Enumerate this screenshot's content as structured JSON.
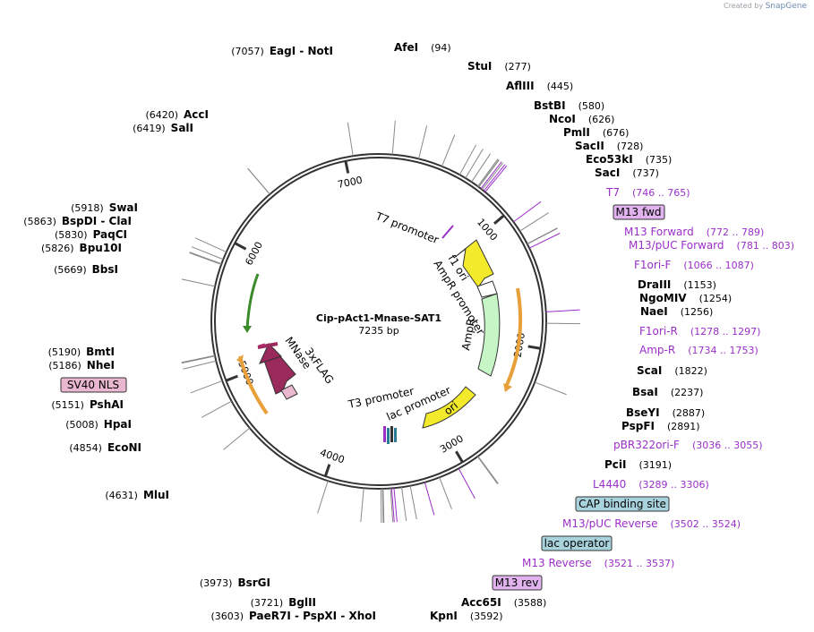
{
  "credit": {
    "prefix": "Created by",
    "brand": "SnapGene"
  },
  "plasmid": {
    "name": "Cip-pAct1-Mnase-SAT1",
    "length": "7235 bp",
    "total_bp": 7235
  },
  "colors": {
    "enzyme_text": "#000000",
    "feature_text": "#9b2fc8",
    "ori_yellow": "#f2ea2a",
    "ampr_green": "#c6f5c6",
    "mnase_maroon": "#9a2a5c",
    "tag_pink": "#e9b7cf",
    "orange": "#e8a03a",
    "cap_box": "#a9d3dc"
  },
  "ticks": [
    {
      "bp": 1000,
      "label": "1000"
    },
    {
      "bp": 2000,
      "label": "2000"
    },
    {
      "bp": 3000,
      "label": "3000"
    },
    {
      "bp": 4000,
      "label": "4000"
    },
    {
      "bp": 5000,
      "label": "5000"
    },
    {
      "bp": 6000,
      "label": "6000"
    },
    {
      "bp": 7000,
      "label": "7000"
    }
  ],
  "left_labels": [
    {
      "pos": "(7057)",
      "name": "EagI  - NotI",
      "bp": 7057
    },
    {
      "pos": "(6420)",
      "name": "AccI",
      "bp": 6420
    },
    {
      "pos": "(6419)",
      "name": "SalI",
      "bp": 6419
    },
    {
      "pos": "(5918)",
      "name": "SwaI",
      "bp": 5918
    },
    {
      "pos": "(5863)",
      "name": "BspDI  - ClaI",
      "bp": 5863
    },
    {
      "pos": "(5830)",
      "name": "PaqCI",
      "bp": 5830
    },
    {
      "pos": "(5826)",
      "name": "Bpu10I",
      "bp": 5826
    },
    {
      "pos": "(5669)",
      "name": "BbsI",
      "bp": 5669
    },
    {
      "pos": "(5190)",
      "name": "BmtI",
      "bp": 5190
    },
    {
      "pos": "(5186)",
      "name": "NheI",
      "bp": 5186
    },
    {
      "pos": "(5151)",
      "name": "PshAI",
      "bp": 5151
    },
    {
      "pos": "(5008)",
      "name": "HpaI",
      "bp": 5008
    },
    {
      "pos": "(4854)",
      "name": "EcoNI",
      "bp": 4854
    },
    {
      "pos": "(4631)",
      "name": "MluI",
      "bp": 4631
    },
    {
      "pos": "(3973)",
      "name": "BsrGI",
      "bp": 3973
    },
    {
      "pos": "(3721)",
      "name": "BglII",
      "bp": 3721
    },
    {
      "pos": "(3603)",
      "name": "PaeR7I  - PspXI  - XhoI",
      "bp": 3603
    }
  ],
  "sv40_box": {
    "label": "SV40 NLS"
  },
  "top_labels": [
    {
      "name": "AfeI",
      "pos": "(94)",
      "bp": 94
    },
    {
      "name": "StuI",
      "pos": "(277)",
      "bp": 277
    },
    {
      "name": "AflIII",
      "pos": "(445)",
      "bp": 445
    },
    {
      "name": "BstBI",
      "pos": "(580)",
      "bp": 580
    },
    {
      "name": "NcoI",
      "pos": "(626)",
      "bp": 626
    },
    {
      "name": "PmlI",
      "pos": "(676)",
      "bp": 676
    },
    {
      "name": "SacII",
      "pos": "(728)",
      "bp": 728
    },
    {
      "name": "Eco53kI",
      "pos": "(735)",
      "bp": 735
    },
    {
      "name": "SacI",
      "pos": "(737)",
      "bp": 737
    }
  ],
  "right_labels": [
    {
      "kind": "feature",
      "name": "T7",
      "range": "(746 .. 765)",
      "bp": 755
    },
    {
      "kind": "box",
      "name": "M13 fwd",
      "bp": 765
    },
    {
      "kind": "feature",
      "name": "M13 Forward",
      "range": "(772 .. 789)",
      "bp": 780
    },
    {
      "kind": "feature",
      "name": "M13/pUC Forward",
      "range": "(781 .. 803)",
      "bp": 792
    },
    {
      "kind": "feature",
      "name": "F1ori-F",
      "range": "(1066 .. 1087)",
      "bp": 1076
    },
    {
      "kind": "enzyme",
      "name": "DraIII",
      "pos": "(1153)",
      "bp": 1153
    },
    {
      "kind": "enzyme",
      "name": "NgoMIV",
      "pos": "(1254)",
      "bp": 1254
    },
    {
      "kind": "enzyme",
      "name": "NaeI",
      "pos": "(1256)",
      "bp": 1256
    },
    {
      "kind": "feature",
      "name": "F1ori-R",
      "range": "(1278 .. 1297)",
      "bp": 1287
    },
    {
      "kind": "feature",
      "name": "Amp-R",
      "range": "(1734 .. 1753)",
      "bp": 1743
    },
    {
      "kind": "enzyme",
      "name": "ScaI",
      "pos": "(1822)",
      "bp": 1822
    },
    {
      "kind": "enzyme",
      "name": "BsaI",
      "pos": "(2237)",
      "bp": 2237
    },
    {
      "kind": "enzyme",
      "name": "BseYI",
      "pos": "(2887)",
      "bp": 2887
    },
    {
      "kind": "enzyme",
      "name": "PspFI",
      "pos": "(2891)",
      "bp": 2891
    },
    {
      "kind": "feature",
      "name": "pBR322ori-F",
      "range": "(3036 .. 3055)",
      "bp": 3045
    },
    {
      "kind": "enzyme",
      "name": "PciI",
      "pos": "(3191)",
      "bp": 3191
    },
    {
      "kind": "feature",
      "name": "L4440",
      "range": "(3289 .. 3306)",
      "bp": 3297
    },
    {
      "kind": "box",
      "name": "CAP binding site",
      "bp": 3400
    },
    {
      "kind": "feature",
      "name": "M13/pUC Reverse",
      "range": "(3502 .. 3524)",
      "bp": 3513
    },
    {
      "kind": "box",
      "name": "lac operator",
      "bp": 3460
    },
    {
      "kind": "feature",
      "name": "M13 Reverse",
      "range": "(3521 .. 3537)",
      "bp": 3529
    },
    {
      "kind": "box",
      "name": "M13 rev",
      "bp": 3537
    },
    {
      "kind": "enzyme",
      "name": "Acc65I",
      "pos": "(3588)",
      "bp": 3588
    },
    {
      "kind": "enzyme",
      "name": "KpnI",
      "pos": "(3592)",
      "bp": 3592
    }
  ],
  "inner_labels": {
    "t7_promoter": "T7 promoter",
    "f1_ori": "f1 ori",
    "ampr_promoter": "AmpR promoter",
    "ampr": "AmpR",
    "ori": "ori",
    "lac_promoter": "lac promoter",
    "t3_promoter": "T3 promoter",
    "mnase": "MNase",
    "flag": "3xFLAG"
  }
}
